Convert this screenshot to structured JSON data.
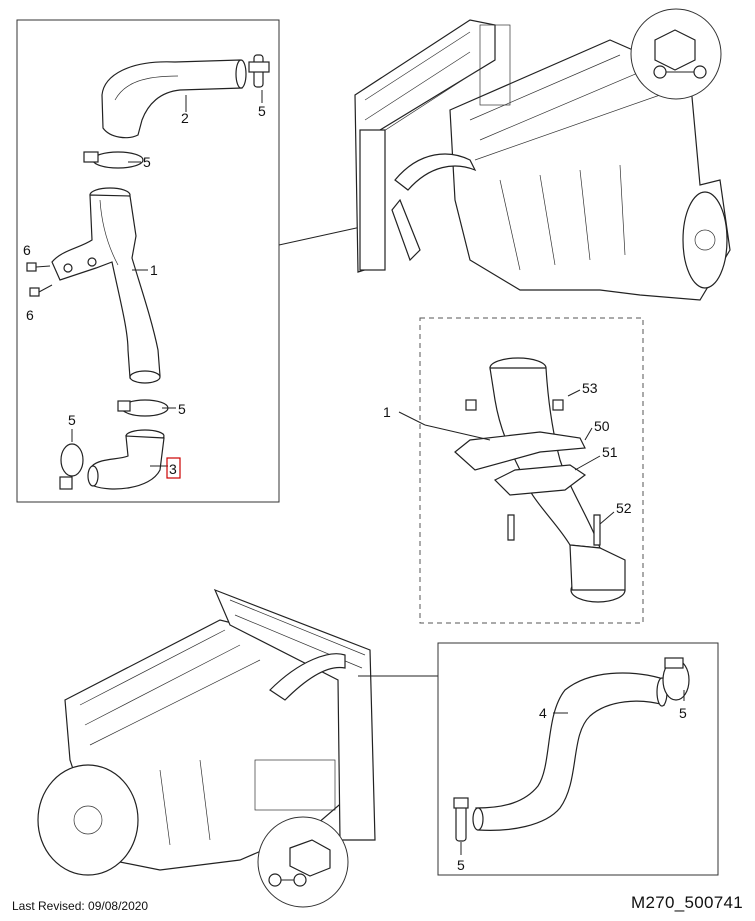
{
  "callouts": {
    "top_box": {
      "c2": "2",
      "c5a": "5",
      "c5b": "5",
      "c6a": "6",
      "c6b": "6",
      "c1": "1",
      "c5c": "5",
      "c5d": "5",
      "c3": "3"
    },
    "dashed_box": {
      "c1": "1",
      "c53": "53",
      "c50": "50",
      "c51": "51",
      "c52": "52"
    },
    "bottom_box": {
      "c4": "4",
      "c5a": "5",
      "c5b": "5"
    }
  },
  "highlight_color": "#cc0000",
  "footer": {
    "last_revised": "Last Revised: 09/08/2020",
    "figure_id": "M270_500741"
  },
  "icons": [
    "vehicle-orientation-icon"
  ]
}
